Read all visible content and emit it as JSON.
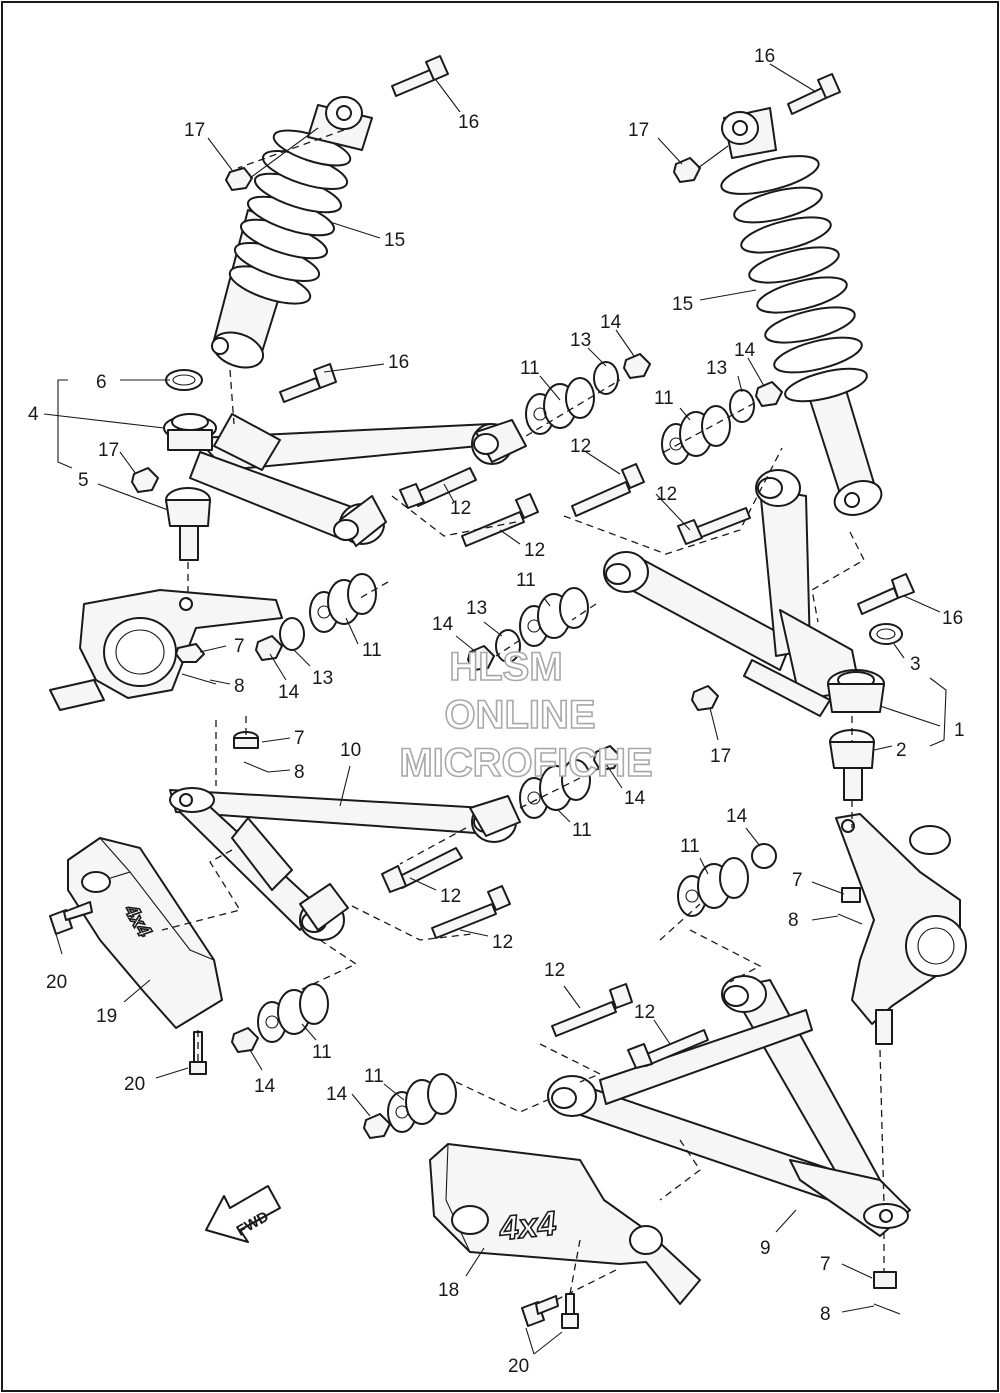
{
  "diagram": {
    "callouts": [
      {
        "id": "c16a",
        "label": "16"
      },
      {
        "id": "c17a",
        "label": "17"
      },
      {
        "id": "c15a",
        "label": "15"
      },
      {
        "id": "c16b",
        "label": "16"
      },
      {
        "id": "c17b",
        "label": "17"
      },
      {
        "id": "c15b",
        "label": "15"
      },
      {
        "id": "c6",
        "label": "6"
      },
      {
        "id": "c16c",
        "label": "16"
      },
      {
        "id": "c4",
        "label": "4"
      },
      {
        "id": "c17c",
        "label": "17"
      },
      {
        "id": "c5",
        "label": "5"
      },
      {
        "id": "c11a",
        "label": "11"
      },
      {
        "id": "c13a",
        "label": "13"
      },
      {
        "id": "c14a",
        "label": "14"
      },
      {
        "id": "c13b",
        "label": "13"
      },
      {
        "id": "c14b",
        "label": "14"
      },
      {
        "id": "c11b",
        "label": "11"
      },
      {
        "id": "c12a",
        "label": "12"
      },
      {
        "id": "c12b",
        "label": "12"
      },
      {
        "id": "c12c",
        "label": "12"
      },
      {
        "id": "c12d",
        "label": "12"
      },
      {
        "id": "c11c",
        "label": "11"
      },
      {
        "id": "c13c",
        "label": "13"
      },
      {
        "id": "c14c",
        "label": "14"
      },
      {
        "id": "c11d",
        "label": "11"
      },
      {
        "id": "c7a",
        "label": "7"
      },
      {
        "id": "c8a",
        "label": "8"
      },
      {
        "id": "c14d",
        "label": "14"
      },
      {
        "id": "c13d",
        "label": "13"
      },
      {
        "id": "c16d",
        "label": "16"
      },
      {
        "id": "c3",
        "label": "3"
      },
      {
        "id": "c1",
        "label": "1"
      },
      {
        "id": "c17d",
        "label": "17"
      },
      {
        "id": "c2",
        "label": "2"
      },
      {
        "id": "c7b",
        "label": "7"
      },
      {
        "id": "c8b",
        "label": "8"
      },
      {
        "id": "c10",
        "label": "10"
      },
      {
        "id": "c14e",
        "label": "14"
      },
      {
        "id": "c11e",
        "label": "11"
      },
      {
        "id": "c14f",
        "label": "14"
      },
      {
        "id": "c11f",
        "label": "11"
      },
      {
        "id": "c7c",
        "label": "7"
      },
      {
        "id": "c8c",
        "label": "8"
      },
      {
        "id": "c12e",
        "label": "12"
      },
      {
        "id": "c12f",
        "label": "12"
      },
      {
        "id": "c20a",
        "label": "20"
      },
      {
        "id": "c19",
        "label": "19"
      },
      {
        "id": "c12g",
        "label": "12"
      },
      {
        "id": "c12h",
        "label": "12"
      },
      {
        "id": "c11g",
        "label": "11"
      },
      {
        "id": "c20b",
        "label": "20"
      },
      {
        "id": "c14g",
        "label": "14"
      },
      {
        "id": "c14h",
        "label": "14"
      },
      {
        "id": "c11h",
        "label": "11"
      },
      {
        "id": "c9",
        "label": "9"
      },
      {
        "id": "c18",
        "label": "18"
      },
      {
        "id": "c7d",
        "label": "7"
      },
      {
        "id": "c8d",
        "label": "8"
      },
      {
        "id": "c20c",
        "label": "20"
      }
    ],
    "watermark": {
      "line1": "HLSM",
      "line2": "ONLINE",
      "line3": "MICROFICHE"
    },
    "guard_logo": "4x4",
    "guard_logo_small": "4x4",
    "direction_label": "FWD"
  }
}
